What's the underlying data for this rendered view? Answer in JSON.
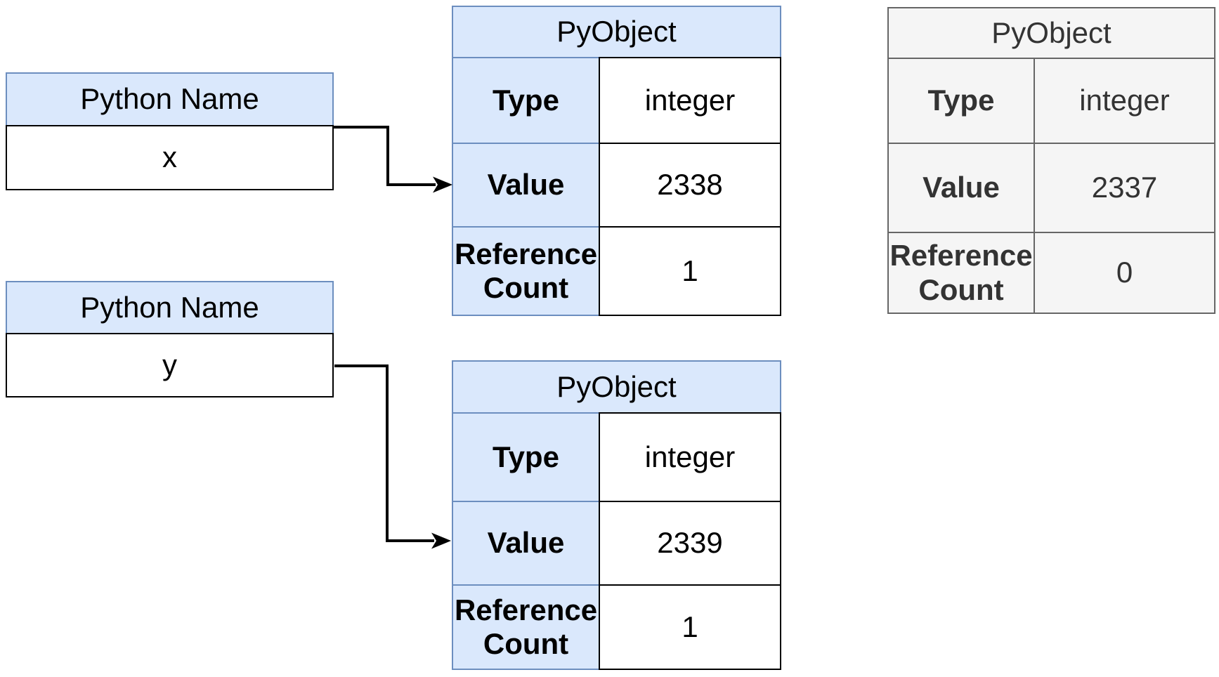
{
  "colors": {
    "object_fill": "#DAE8FC",
    "object_border": "#6C8EBF",
    "value_cell_border": "#000000",
    "garbage_fill": "#F5F5F5",
    "garbage_border": "#666666",
    "garbage_text": "#333333",
    "arrow": "#000000",
    "background": "#FFFFFF"
  },
  "name_boxes": {
    "x": {
      "header": "Python Name",
      "name": "x"
    },
    "y": {
      "header": "Python Name",
      "name": "y"
    }
  },
  "objects": {
    "obj2338": {
      "title": "PyObject",
      "rows": {
        "type": {
          "label": "Type",
          "value": "integer"
        },
        "value": {
          "label": "Value",
          "value": "2338"
        },
        "ref": {
          "label": "Reference Count",
          "value": "1"
        }
      }
    },
    "obj2337": {
      "title": "PyObject",
      "rows": {
        "type": {
          "label": "Type",
          "value": "integer"
        },
        "value": {
          "label": "Value",
          "value": "2337"
        },
        "ref": {
          "label": "Reference Count",
          "value": "0"
        }
      }
    },
    "obj2339": {
      "title": "PyObject",
      "rows": {
        "type": {
          "label": "Type",
          "value": "integer"
        },
        "value": {
          "label": "Value",
          "value": "2339"
        },
        "ref": {
          "label": "Reference Count",
          "value": "1"
        }
      }
    }
  },
  "arrows": {
    "x_to_2338": {
      "from": "x",
      "to": "PyObject 2338 Value"
    },
    "y_to_2339": {
      "from": "y",
      "to": "PyObject 2339 Value"
    }
  }
}
